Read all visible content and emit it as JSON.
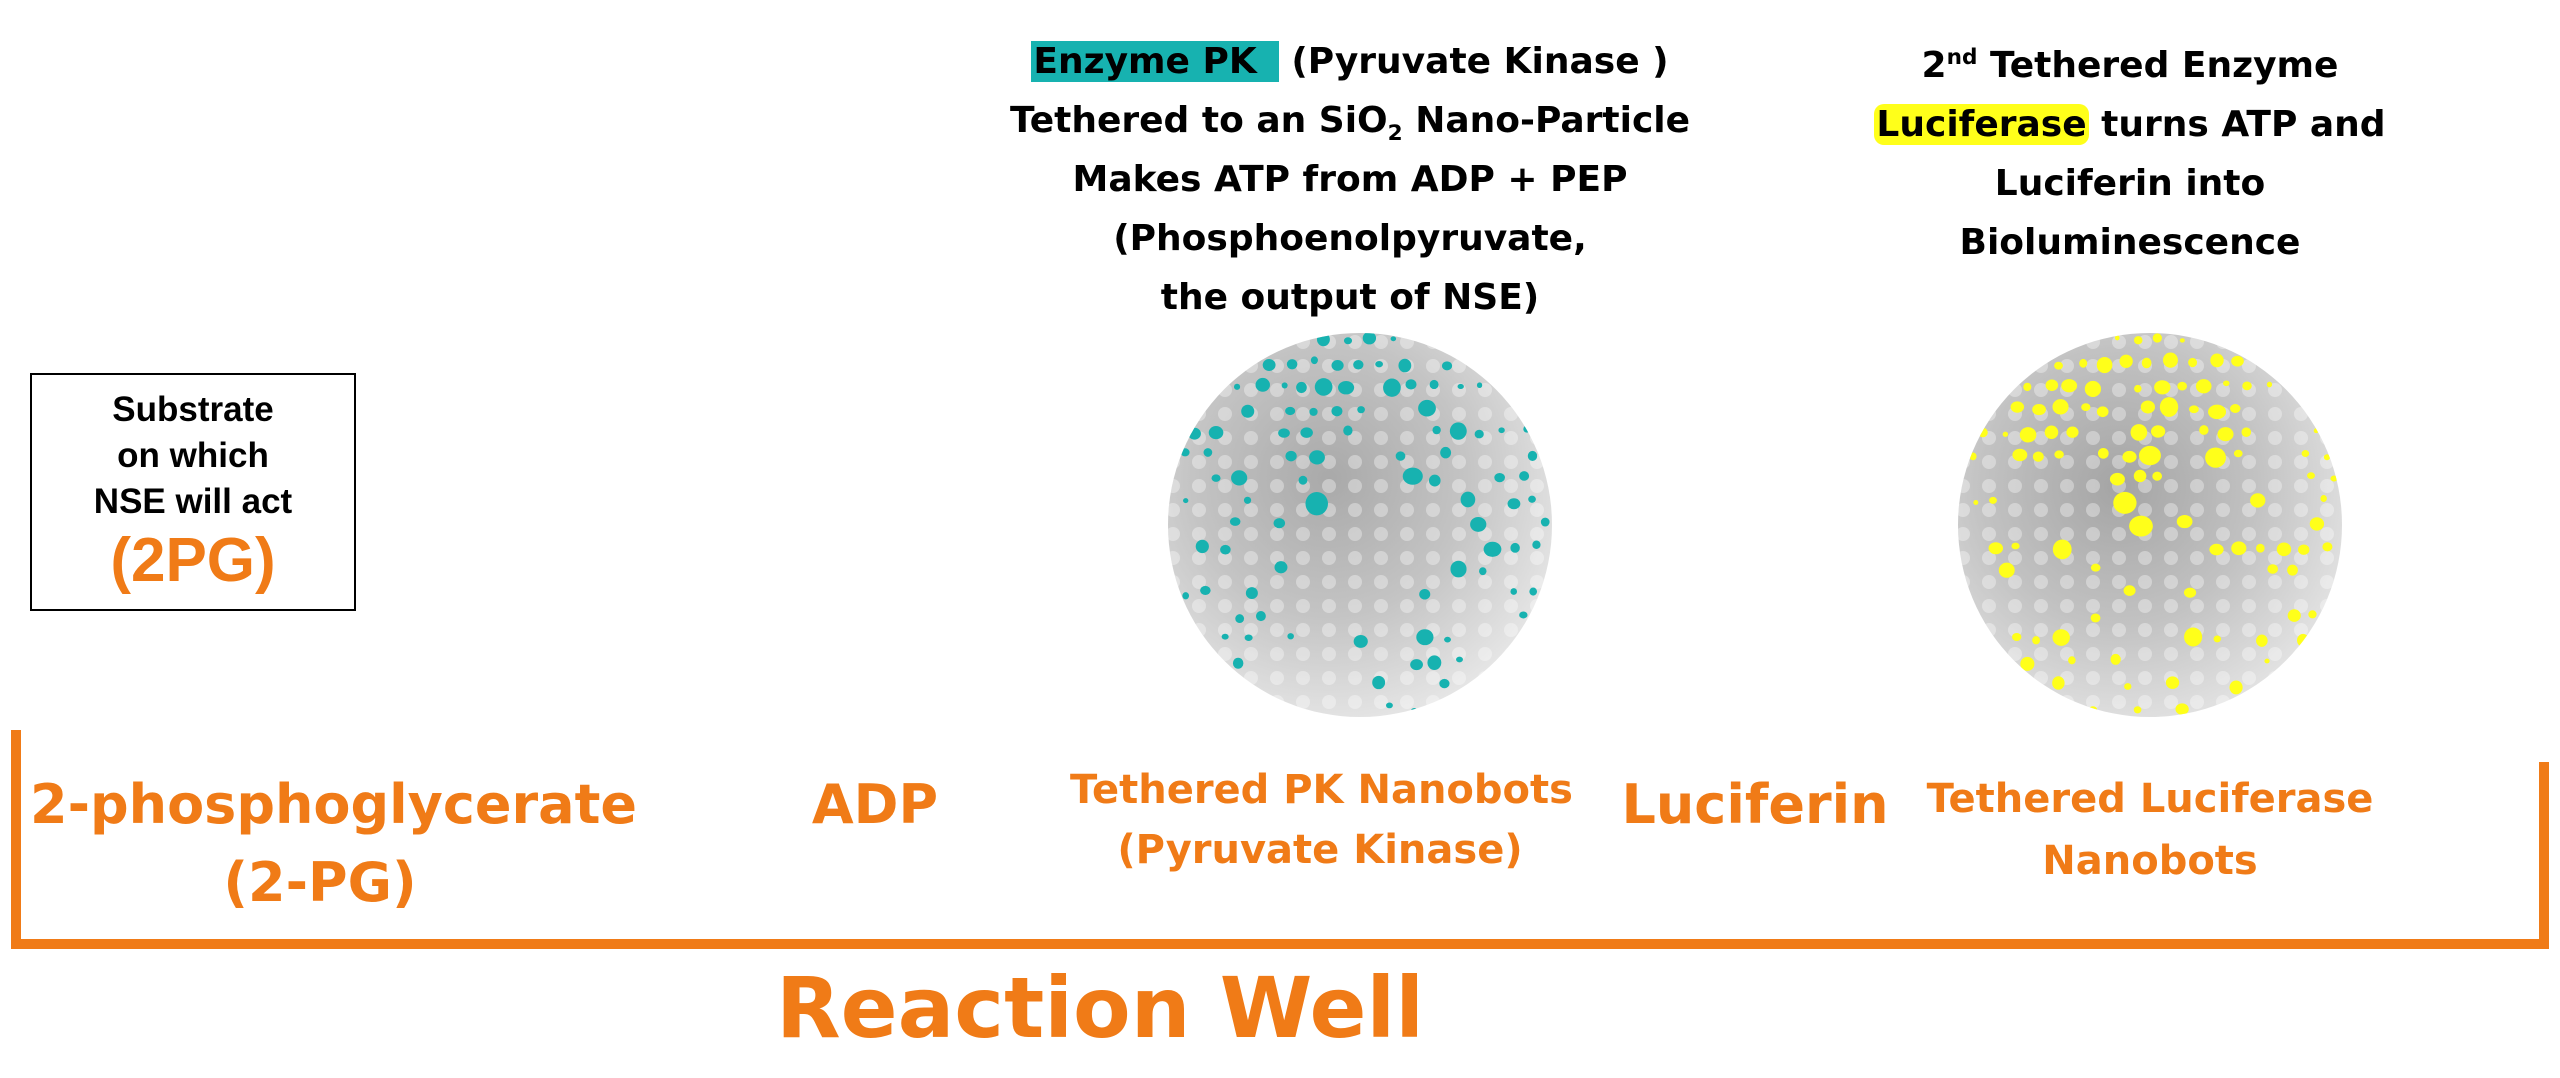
{
  "pk_caption": {
    "enzyme_label": "Enzyme PK",
    "enzyme_rest": " (Pyruvate Kinase )",
    "tether_pre": "Tethered to an SiO",
    "tether_sub": "2",
    "tether_post": " Nano-Particle",
    "line3": "Makes ATP from ADP + PEP",
    "line4": "(Phosphoenolpyruvate,",
    "line5": "the output of NSE)"
  },
  "luc_caption": {
    "line1_num": "2",
    "line1_sup": "nd",
    "line1_rest": " Tethered Enzyme",
    "enzyme_label": "Luciferase",
    "line2_rest": " turns  ATP and",
    "line3": "Luciferin  into",
    "line4": "Bioluminescence"
  },
  "substrate_box": {
    "line1": "Substrate",
    "line2": "on which",
    "line3": "NSE will act",
    "code": "(2PG)"
  },
  "well_items": {
    "phosphoglycerate_line1": "2-phosphoglycerate",
    "phosphoglycerate_line2": "(2-PG)",
    "adp": "ADP",
    "pk_nanobots_line1": "Tethered PK Nanobots",
    "pk_nanobots_line2": "(Pyruvate Kinase)",
    "luciferin": "Luciferin",
    "luc_nanobots_line1": "Tethered Luciferase",
    "luc_nanobots_line2": "Nanobots"
  },
  "well_title": "Reaction Well",
  "colors": {
    "accent_orange": "#f07b17",
    "pk_teal": "#17b2b0",
    "luciferase_yellow": "#ffff1a"
  },
  "icons": {
    "pk_sphere": "nanoparticle-sphere-icon",
    "luc_sphere": "nanoparticle-sphere-icon"
  }
}
